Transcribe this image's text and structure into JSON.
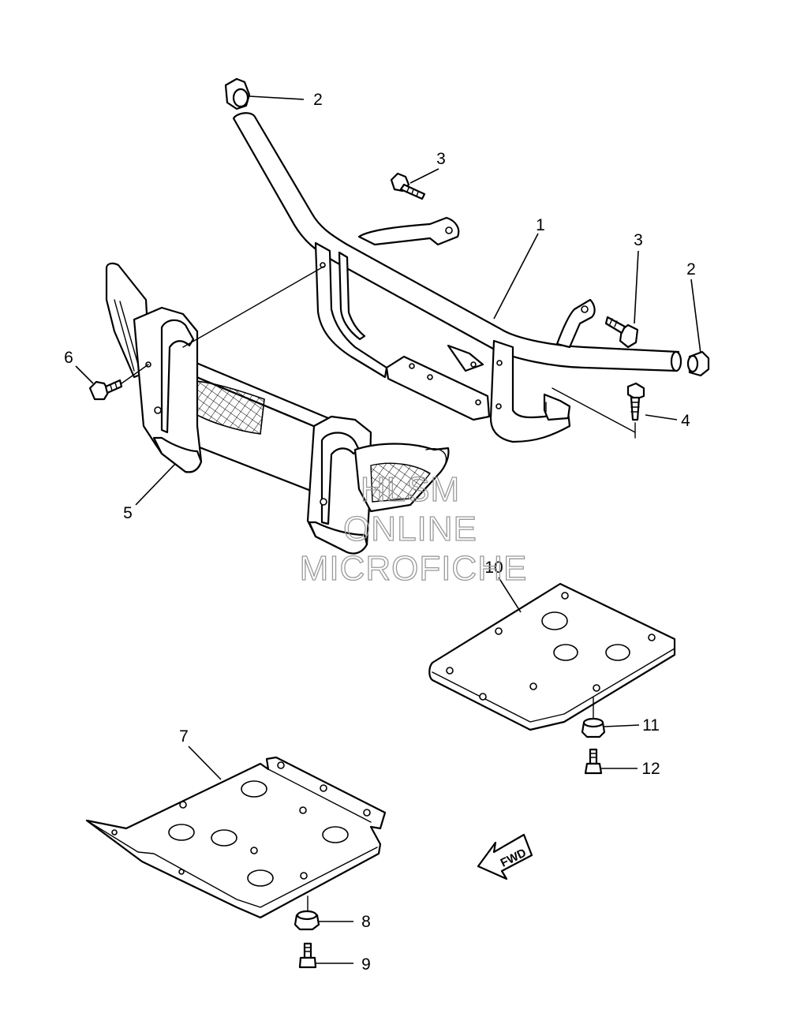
{
  "callouts": {
    "c1": "1",
    "c2a": "2",
    "c2b": "2",
    "c3a": "3",
    "c3b": "3",
    "c4": "4",
    "c5": "5",
    "c6": "6",
    "c7": "7",
    "c8": "8",
    "c9": "9",
    "c10": "10",
    "c11": "11",
    "c12": "12"
  },
  "watermark": {
    "line1": "HLSM",
    "line2": "ONLINE",
    "line3": "MICROFICHE"
  },
  "direction": {
    "label": "FWD"
  }
}
